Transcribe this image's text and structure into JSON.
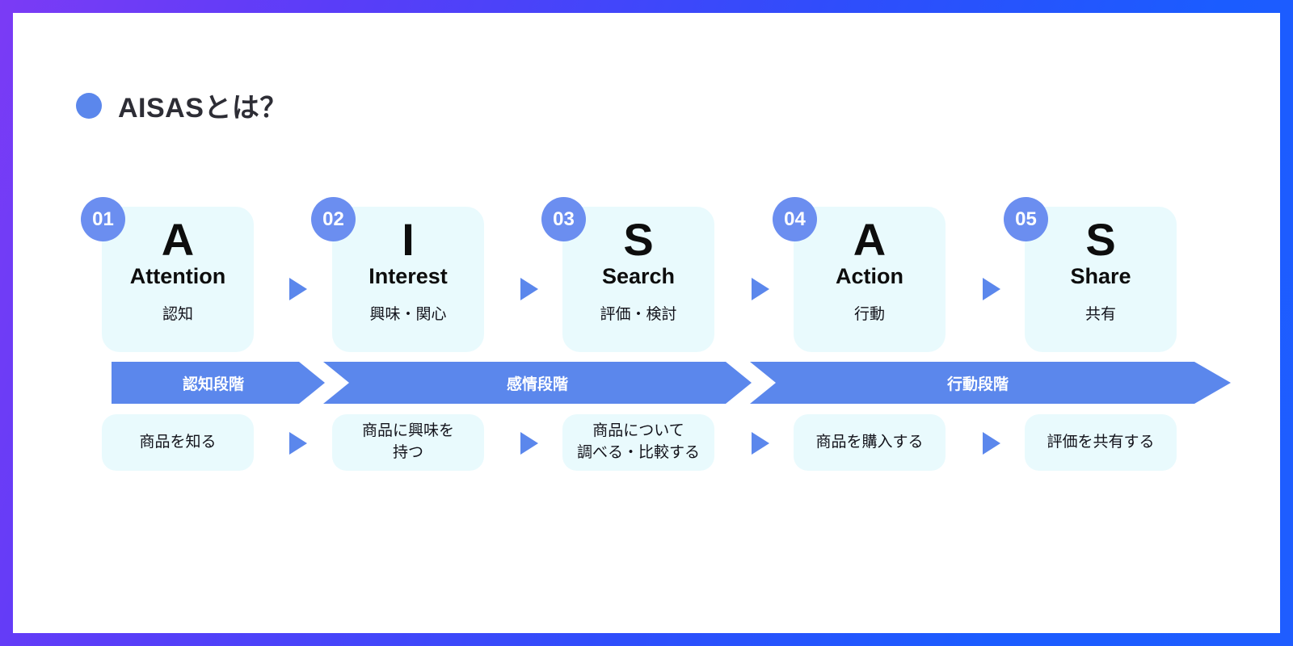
{
  "theme": {
    "frame_gradient_start": "#7b3bf5",
    "frame_gradient_end": "#1f5dff",
    "accent_blue": "#5b87ec",
    "badge_blue": "#6b8ef0",
    "card_bg": "#e9fafd",
    "band_blue": "#5b87ec",
    "text_dark": "#12121a"
  },
  "header": {
    "bullet_icon": "filled-circle-icon",
    "title": "AISASとは？"
  },
  "stages": [
    {
      "number": "01",
      "letter": "A",
      "english": "Attention",
      "japanese": "認知",
      "detail": "商品を知る"
    },
    {
      "number": "02",
      "letter": "I",
      "english": "Interest",
      "japanese": "興味・関心",
      "detail": "商品に興味を\n持つ"
    },
    {
      "number": "03",
      "letter": "S",
      "english": "Search",
      "japanese": "評価・検討",
      "detail": "商品について\n調べる・比較する"
    },
    {
      "number": "04",
      "letter": "A",
      "english": "Action",
      "japanese": "行動",
      "detail": "商品を購入する"
    },
    {
      "number": "05",
      "letter": "S",
      "english": "Share",
      "japanese": "共有",
      "detail": "評価を共有する"
    }
  ],
  "phase_band": {
    "segments": [
      {
        "label": "認知段階",
        "covers": [
          "01"
        ]
      },
      {
        "label": "感情段階",
        "covers": [
          "02",
          "03"
        ]
      },
      {
        "label": "行動段階",
        "covers": [
          "04",
          "05"
        ]
      }
    ]
  },
  "arrows": {
    "glyph": "right-triangle-icon",
    "count_top": 4,
    "count_bottom": 4
  }
}
